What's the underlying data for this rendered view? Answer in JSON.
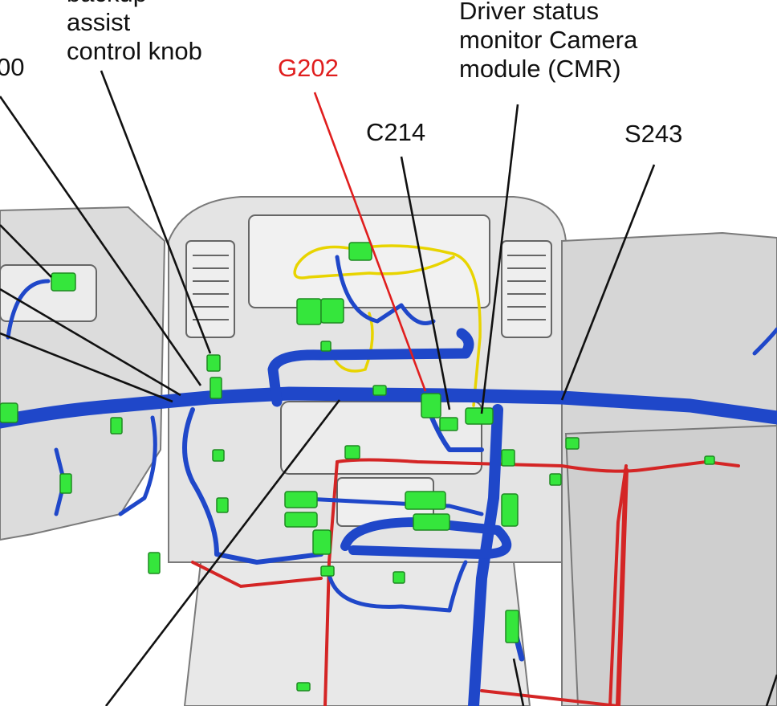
{
  "colors": {
    "label": "#111111",
    "ground_label": "#e01e1e",
    "harness_blue": "#1f47c9",
    "wire_red": "#d42525",
    "wire_yellow": "#e8d400",
    "connector_green": "#35e63c",
    "dash_gray": "#d9d9d9",
    "dash_outline": "#7a7a7a"
  },
  "labels": {
    "steer_assist": [
      "backup",
      "assist",
      "control knob"
    ],
    "partial_left": "00",
    "g202": "G202",
    "dsm_camera": [
      "Driver status",
      "monitor Camera",
      "module (CMR)"
    ],
    "c214": "C214",
    "s243": "S243"
  }
}
